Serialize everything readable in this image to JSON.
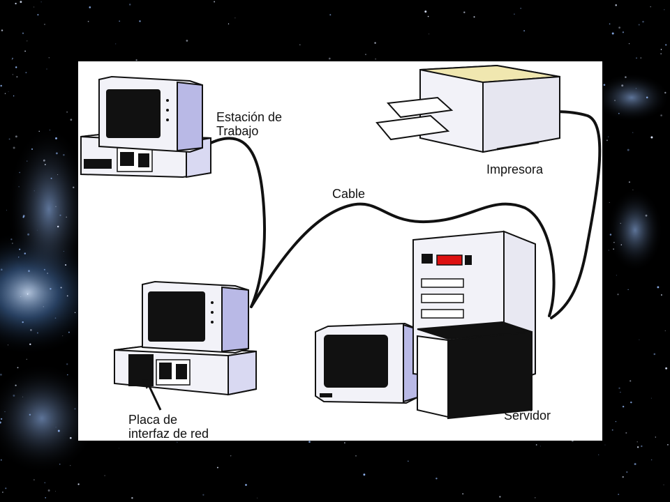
{
  "colors": {
    "background": "#000000",
    "panel": "#ffffff",
    "cable": "#111111",
    "device_body": "#f2f2f8",
    "device_side": "#b9b9e6",
    "screen": "#111111",
    "printer_top": "#f0e7b0"
  },
  "labels": {
    "workstation_line1": "Estación de",
    "workstation_line2": "Trabajo",
    "printer": "Impresora",
    "cable": "Cable",
    "server": "Servidor",
    "nic_line1": "Placa de",
    "nic_line2": "interfaz de red"
  },
  "icons": {
    "workstation": "desktop-computer-icon",
    "printer": "laser-printer-icon",
    "second_computer": "desktop-computer-icon",
    "server": "server-tower-icon",
    "server_monitor": "crt-monitor-icon"
  }
}
